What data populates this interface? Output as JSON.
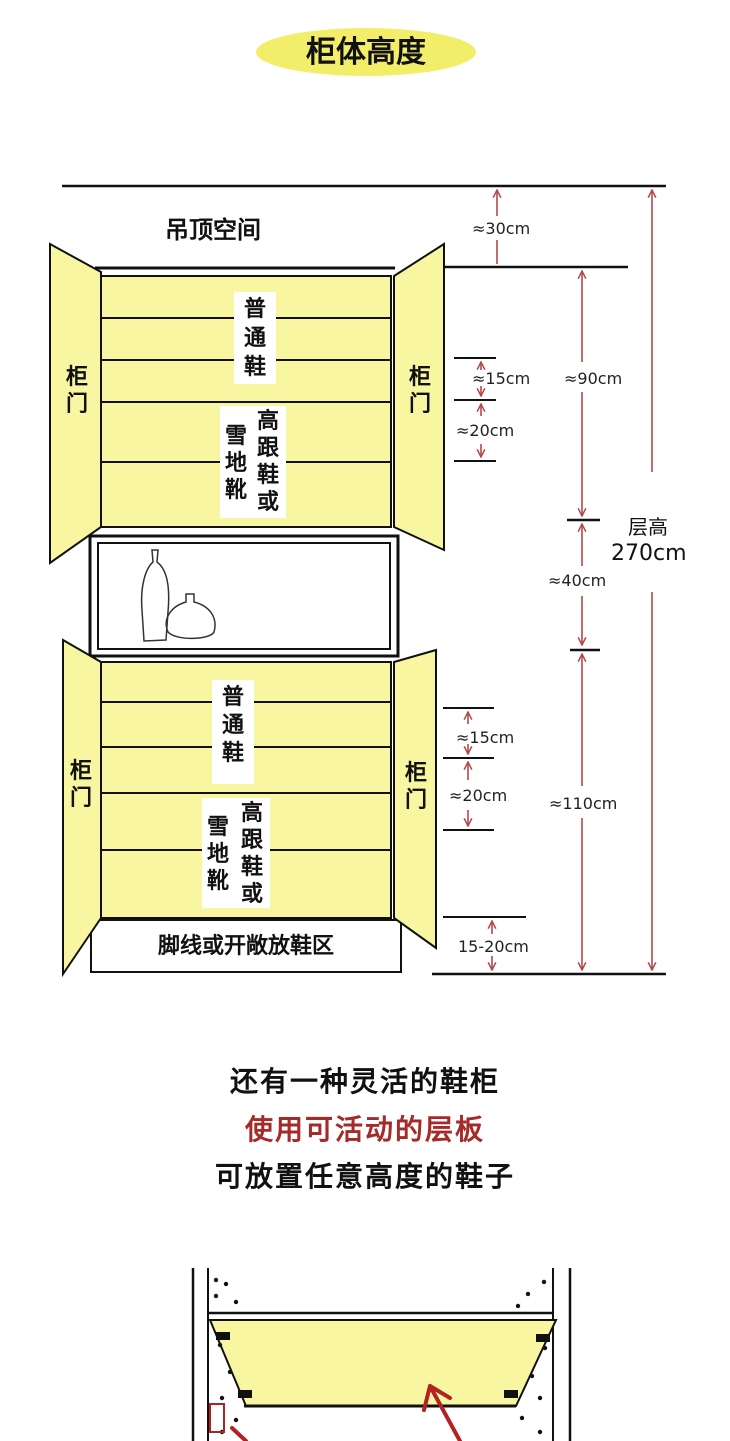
{
  "title": "柜体高度",
  "ceiling_label": "吊顶空间",
  "upper": {
    "door_left": [
      "柜",
      "门"
    ],
    "door_right": [
      "柜",
      "门"
    ],
    "normal_shoes": [
      "普",
      "通",
      "鞋"
    ],
    "boots_col1": [
      "雪",
      "地",
      "靴"
    ],
    "boots_col2": [
      "高",
      "跟",
      "鞋",
      "或"
    ]
  },
  "lower": {
    "door_left": [
      "柜",
      "门"
    ],
    "door_right": [
      "柜",
      "门"
    ],
    "normal_shoes": [
      "普",
      "通",
      "鞋"
    ],
    "boots_col1": [
      "雪",
      "地",
      "靴"
    ],
    "boots_col2": [
      "高",
      "跟",
      "鞋",
      "或"
    ],
    "base": "脚线或开敞放鞋区"
  },
  "dims": {
    "ceiling": "≈30cm",
    "upper_shelf": "≈15cm",
    "upper_boot": "≈20cm",
    "upper_total": "≈90cm",
    "open": "≈40cm",
    "lower_shelf": "≈15cm",
    "lower_boot": "≈20cm",
    "lower_total": "≈110cm",
    "base": "15-20cm",
    "floor_label": "层高",
    "floor_height": "270cm"
  },
  "caption": {
    "line1": "还有一种灵活的鞋柜",
    "line2": "使用可活动的层板",
    "line3": "可放置任意高度的鞋子"
  },
  "colors": {
    "panel": "#f8f6a0",
    "highlight": "#f2ee6a",
    "accent_red": "#a52a2a",
    "dim_line": "#b34a4a"
  }
}
